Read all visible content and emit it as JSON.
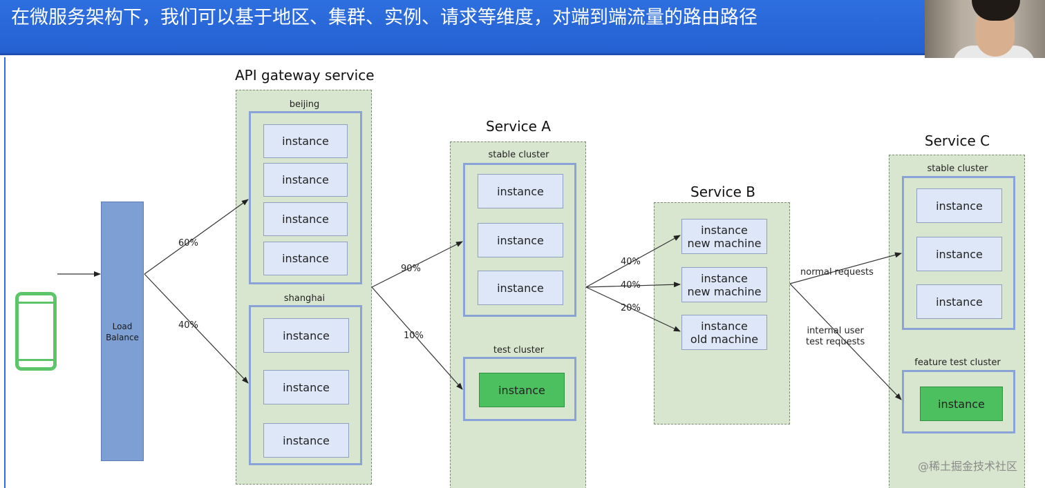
{
  "header": {
    "title": "在微服务架构下，我们可以基于地区、集群、实例、请求等维度，对端到端流量的路由路径"
  },
  "watermark": "@稀土掘金技术社区",
  "diagram": {
    "load_balancer": {
      "label": "Load\nBalance"
    },
    "gateway": {
      "title": "API gateway service",
      "clusters": [
        {
          "name": "beijing",
          "instances": [
            "instance",
            "instance",
            "instance",
            "instance"
          ]
        },
        {
          "name": "shanghai",
          "instances": [
            "instance",
            "instance",
            "instance"
          ]
        }
      ]
    },
    "service_a": {
      "title": "Service A",
      "clusters": [
        {
          "name": "stable cluster",
          "instances": [
            "instance",
            "instance",
            "instance"
          ]
        },
        {
          "name": "test cluster",
          "instances": [
            "instance"
          ]
        }
      ]
    },
    "service_b": {
      "title": "Service B",
      "instances": [
        "instance\nnew machine",
        "instance\nnew machine",
        "instance\nold machine"
      ]
    },
    "service_c": {
      "title": "Service C",
      "clusters": [
        {
          "name": "stable cluster",
          "instances": [
            "instance",
            "instance",
            "instance"
          ]
        },
        {
          "name": "feature test cluster",
          "instances": [
            "instance"
          ]
        }
      ]
    },
    "edges": {
      "lb_to_beijing": "60%",
      "lb_to_shanghai": "40%",
      "gw_to_stable": "90%",
      "gw_to_test": "10%",
      "a_to_b1": "40%",
      "a_to_b2": "40%",
      "a_to_b3": "20%",
      "b_to_c_normal": "normal requests",
      "b_to_c_test": "internal user\ntest requests"
    },
    "colors": {
      "group_fill": "#d8e6cf",
      "cluster_border": "#8aa3d6",
      "instance_fill": "#dde7f7",
      "test_instance_fill": "#4cbf5e",
      "load_balancer_fill": "#7e9fd3",
      "phone_stroke": "#5cc56a",
      "header_blue": "#2e6fe0"
    },
    "icons": {
      "client": "smartphone-icon"
    }
  }
}
